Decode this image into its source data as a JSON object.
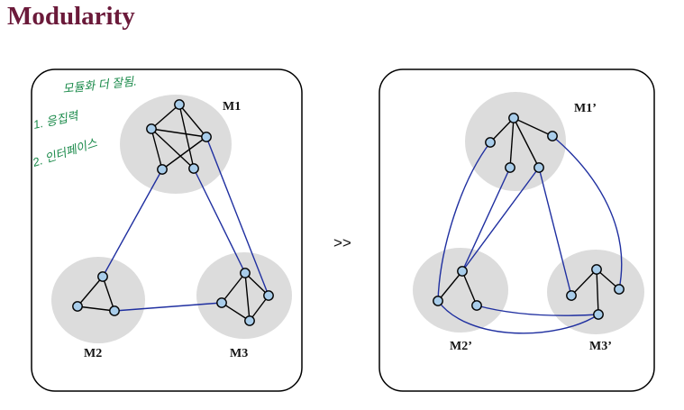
{
  "title": "Modularity",
  "arrow_symbol": ">>",
  "left_panel": {
    "modules": [
      "M1",
      "M2",
      "M3"
    ]
  },
  "right_panel": {
    "modules": [
      "M1’",
      "M2’",
      "M3’"
    ]
  },
  "handwritten_notes": [
    "모듈화 더 잘됨.",
    "1. 응집력",
    "2. 인터페이스"
  ],
  "colors": {
    "title": "#6b1a3a",
    "module_fill": "#dcdcdc",
    "node_fill": "#a9cdea",
    "inter_edge": "#1f2fa0",
    "intra_edge": "#000000",
    "annotation": "#1a8a4a"
  }
}
